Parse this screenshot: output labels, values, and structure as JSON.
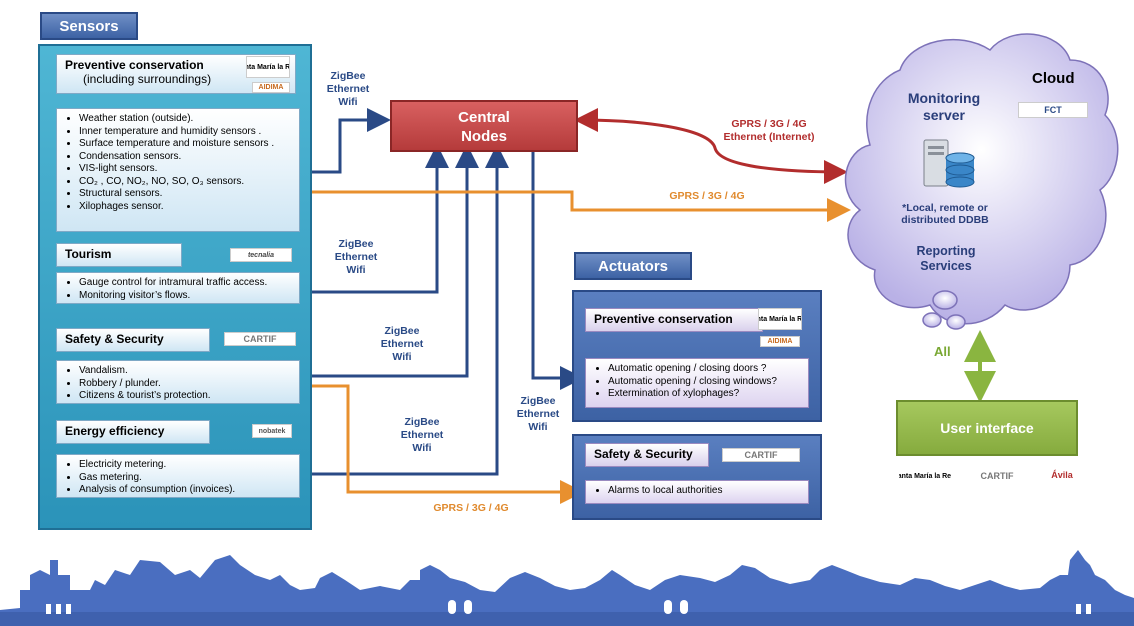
{
  "sensors": {
    "title": "Sensors",
    "preventive": {
      "header": "Preventive conservation",
      "subheader": "(including surroundings)",
      "logos": [
        "Santa María la Real",
        "AIDIMA"
      ],
      "items": [
        "Weather station (outside).",
        "Inner temperature and humidity sensors .",
        "Surface temperature and moisture sensors .",
        "Condensation sensors.",
        "VIS-light sensors.",
        "CO₂ , CO, NO₂, NO, SO, O₃ sensors.",
        "Structural sensors.",
        "Xilophages sensor."
      ]
    },
    "tourism": {
      "header": "Tourism",
      "logo": "tecnalia",
      "items": [
        "Gauge control for intramural traffic access.",
        "Monitoring visitor’s flows."
      ]
    },
    "safety": {
      "header": "Safety & Security",
      "logo": "CARTIF",
      "items": [
        "Vandalism.",
        "Robbery / plunder.",
        "Citizens & tourist’s protection."
      ]
    },
    "energy": {
      "header": "Energy efficiency",
      "logo": "nobatek",
      "items": [
        "Electricity metering.",
        "Gas metering.",
        "Analysis of consumption (invoices)."
      ]
    }
  },
  "central": {
    "line1": "Central",
    "line2": "Nodes"
  },
  "links": {
    "wireless_1": [
      "ZigBee",
      "Ethernet",
      "Wifi"
    ],
    "wireless_2": [
      "ZigBee",
      "Ethernet",
      "Wifi"
    ],
    "wireless_3": [
      "ZigBee",
      "Ethernet",
      "Wifi"
    ],
    "wireless_4": [
      "ZigBee",
      "Ethernet",
      "Wifi"
    ],
    "wireless_5": [
      "ZigBee",
      "Ethernet",
      "Wifi"
    ],
    "gprs_cloud": "GPRS / 3G / 4G",
    "gprs_actuators": "GPRS / 3G / 4G",
    "central_cloud": [
      "GPRS / 3G / 4G",
      "Ethernet (Internet)"
    ]
  },
  "actuators": {
    "title": "Actuators",
    "preventive": {
      "header": "Preventive conservation",
      "logos": [
        "Santa María la Real",
        "AIDIMA"
      ],
      "items": [
        "Automatic opening / closing doors ?",
        "Automatic opening / closing windows?",
        "Extermination of xylophages?"
      ]
    },
    "safety": {
      "header": "Safety & Security",
      "logo": "CARTIF",
      "items": [
        "Alarms to local authorities"
      ]
    }
  },
  "cloud": {
    "title": "Cloud",
    "logo": "FCT",
    "server": [
      "Monitoring",
      "server"
    ],
    "ddbb": [
      "*Local, remote or",
      "distributed DDBB"
    ],
    "reporting": [
      "Reporting",
      "Services"
    ],
    "all_label": "All"
  },
  "ui": {
    "title": "User interface",
    "logos": [
      "Santa María la Real",
      "CARTIF",
      "Ávila"
    ]
  },
  "colors": {
    "wireless": "#2a4a86",
    "gprs": "#e8902f",
    "internet": "#b22d2d",
    "ui_link": "#8ab540",
    "skyline": "#4a6ec0"
  }
}
